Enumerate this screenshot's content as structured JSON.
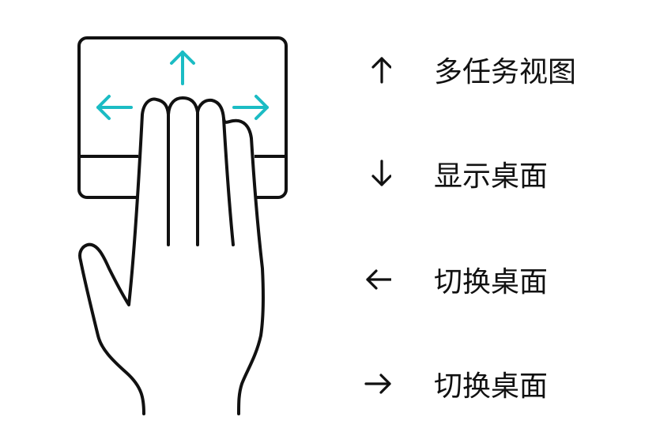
{
  "colors": {
    "accent": "#1bbcc4",
    "ink": "#111111"
  },
  "gestures": [
    {
      "direction": "up",
      "icon": "arrow-up-icon",
      "label": "多任务视图"
    },
    {
      "direction": "down",
      "icon": "arrow-down-icon",
      "label": "显示桌面"
    },
    {
      "direction": "left",
      "icon": "arrow-left-icon",
      "label": "切换桌面"
    },
    {
      "direction": "right",
      "icon": "arrow-right-icon",
      "label": "切换桌面"
    }
  ]
}
